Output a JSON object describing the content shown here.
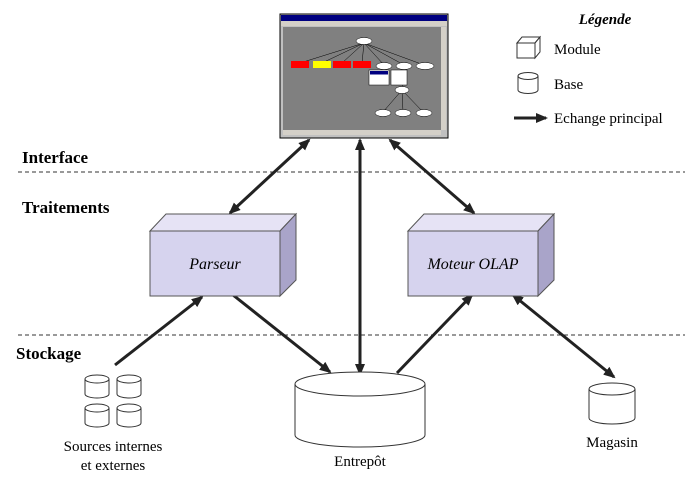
{
  "layers": {
    "interface": "Interface",
    "traitements": "Traitements",
    "stockage": "Stockage"
  },
  "modules": {
    "parseur": "Parseur",
    "olap": "Moteur OLAP"
  },
  "bases": {
    "sources_line1": "Sources internes",
    "sources_line2": "et externes",
    "entrepot": "Entrepôt",
    "magasin": "Magasin"
  },
  "legend": {
    "title": "Légende",
    "module": "Module",
    "base": "Base",
    "echange": "Echange principal"
  },
  "colors": {
    "module_face": "#d6d3ee",
    "module_top": "#e6e3f5",
    "module_side": "#a9a4c9",
    "screen_bg": "#808080",
    "window_title": "#000080",
    "node_red": "#ff0000",
    "node_yellow": "#ffff00"
  }
}
